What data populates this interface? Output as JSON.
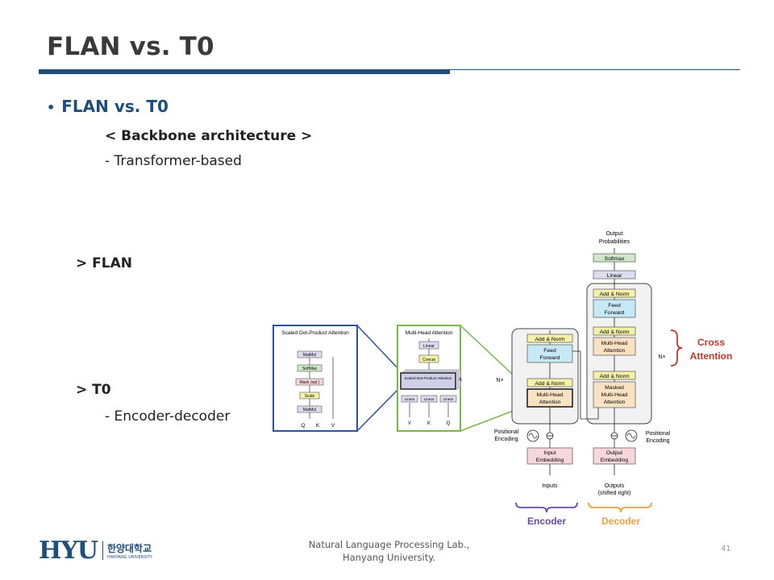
{
  "slide": {
    "title": "FLAN vs. T0",
    "bullet": "FLAN vs. T0",
    "backbone_heading": "< Backbone architecture >",
    "backbone_item": "-  Transformer-based",
    "flan_label": "> FLAN",
    "t0_label": "> T0",
    "t0_item": "-  Encoder-decoder"
  },
  "footer": {
    "lab_line1": "Natural Language Processing  Lab.,",
    "lab_line2": "Hanyang University.",
    "page_number": "41",
    "logo_text": "HYU",
    "logo_kr": "한양대학교",
    "logo_en": "HANYANG UNIVERSITY"
  },
  "diagram": {
    "sdpa": {
      "title": "Scaled Dot-Product Attention",
      "blocks": [
        "MatMul",
        "SoftMax",
        "Mask (opt.)",
        "Scale",
        "MatMul"
      ],
      "inputs": [
        "Q",
        "K",
        "V"
      ]
    },
    "mha": {
      "title": "Multi-Head Attention",
      "linear": "Linear",
      "concat": "Concat",
      "sdpa": "Scaled Dot-Product Attention",
      "h": "h",
      "proj": [
        "Linear",
        "Linear",
        "Linear"
      ],
      "inputs": [
        "V",
        "K",
        "Q"
      ]
    },
    "transformer": {
      "output_probs_1": "Output",
      "output_probs_2": "Probabilities",
      "softmax": "Softmax",
      "linear": "Linear",
      "add_norm": "Add & Norm",
      "feed_1": "Feed",
      "feed_2": "Forward",
      "mha_1": "Multi-Head",
      "mha_2": "Attention",
      "masked_1": "Masked",
      "masked_2": "Multi-Head",
      "masked_3": "Attention",
      "nx": "N×",
      "pos_enc_1": "Positional",
      "pos_enc_2": "Encoding",
      "in_emb_1": "Input",
      "in_emb_2": "Embedding",
      "out_emb_1": "Output",
      "out_emb_2": "Embedding",
      "inputs": "Inputs",
      "outputs_1": "Outputs",
      "outputs_2": "(shifted right)",
      "encoder": "Encoder",
      "decoder": "Decoder",
      "cross_1": "Cross",
      "cross_2": "Attention"
    },
    "colors": {
      "encoder": "#6a4aa8",
      "decoder": "#e8a040",
      "cross": "#c0392b",
      "sdpa_border": "#3050a0",
      "mha_border": "#7ab648",
      "feed": "#c7e8f5",
      "attn": "#f8e2c2",
      "addnorm": "#f4f2a8",
      "embed": "#f7d6dc",
      "softmax": "#cfe8c8",
      "linear": "#dcdcf0"
    }
  }
}
